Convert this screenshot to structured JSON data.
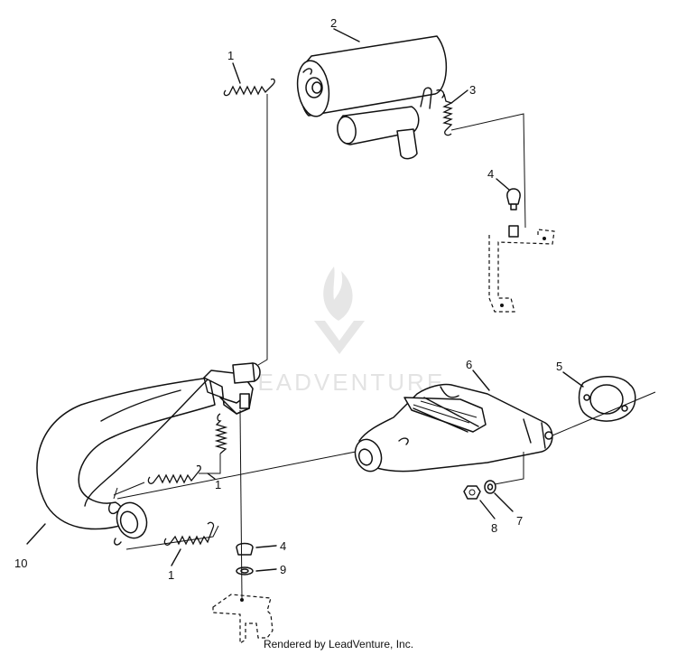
{
  "watermark": {
    "text": "LEADVENTURE"
  },
  "callouts": {
    "spring_top_left": "1",
    "muffler": "2",
    "spring_top_right": "3",
    "grommet_top": "4",
    "gasket": "5",
    "manifold": "6",
    "washer": "7",
    "nut": "8",
    "washer_bottom": "9",
    "pipe": "10",
    "spring_mid": "1",
    "spring_bottom": "1",
    "grommet_bottom": "4"
  },
  "footer": {
    "text": "Rendered by LeadVenture, Inc."
  }
}
